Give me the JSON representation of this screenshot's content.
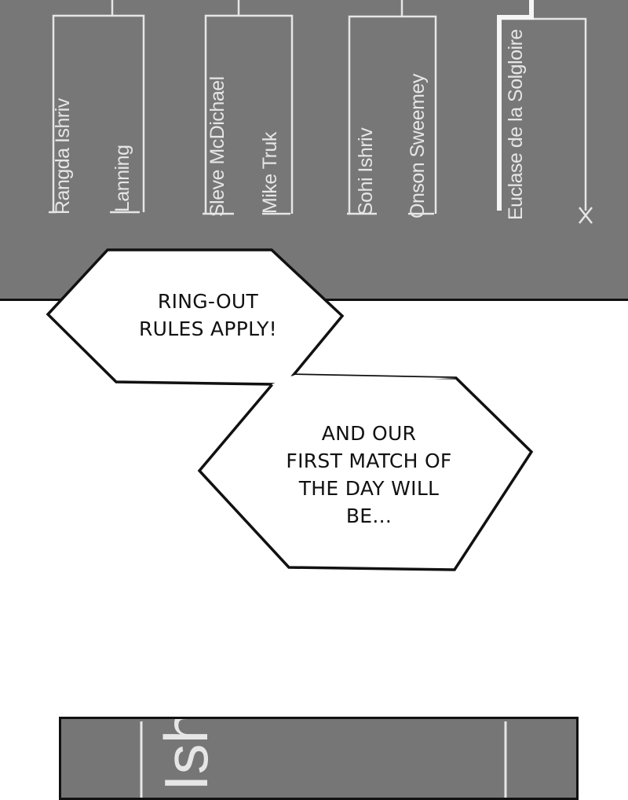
{
  "bracket": {
    "names": [
      "Rangda Ishriv",
      "Lanning",
      "Sleve McDichael",
      "Mike Truk",
      "Sohi Ishriv",
      "Onson Sweemey",
      "Euclase de la Solgloire"
    ],
    "eliminated_mark": "×"
  },
  "bubbles": {
    "first": "RING-OUT\nRULES APPLY!",
    "second": "AND OUR\nFIRST MATCH OF\nTHE DAY WILL\nBE..."
  },
  "lower_panel": {
    "partial_text": "Ish"
  },
  "colors": {
    "panel_gray": "#777777",
    "line_white": "#e6e6e6",
    "border_black": "#111111"
  }
}
